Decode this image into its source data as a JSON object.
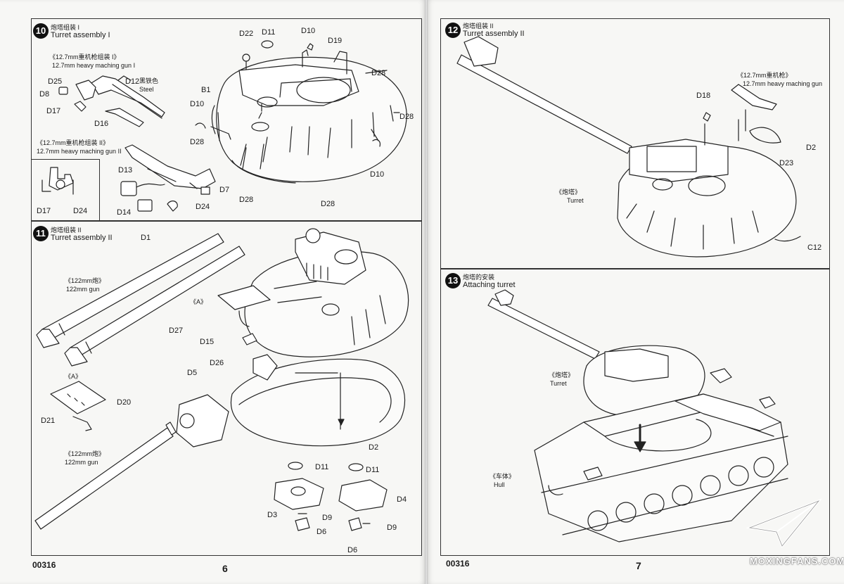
{
  "pages": {
    "left": {
      "code": "00316",
      "number": "6"
    },
    "right": {
      "code": "00316",
      "number": "7"
    }
  },
  "steps": {
    "s10": {
      "num": "10",
      "cn": "炮塔组装 I",
      "en": "Turret assembly I"
    },
    "s11": {
      "num": "11",
      "cn": "炮塔组装 II",
      "en": "Turret assembly II"
    },
    "s12": {
      "num": "12",
      "cn": "炮塔组装 II",
      "en": "Turret assembly II"
    },
    "s13": {
      "num": "13",
      "cn": "炮塔的安装",
      "en": "Attaching turret"
    }
  },
  "notes": {
    "hmg1_cn": "《12.7mm重机枪组装 I》",
    "hmg1_en": "12.7mm heavy maching gun I",
    "hmg2_cn": "《12.7mm重机枪组装 II》",
    "hmg2_en": "12.7mm heavy maching gun II",
    "steel_cn": "黑铁色",
    "steel_en": "Steel",
    "gun_cn": "《122mm炮》",
    "gun_en": "122mm gun",
    "gun2_cn": "《122mm炮》",
    "gun2_en": "122mm gun",
    "a3": "《A》",
    "a4": "《A》",
    "hmg3_cn": "《12.7mm重机枪》",
    "hmg3_en": "12.7mm heavy maching gun",
    "turret_cn": "《炮塔》",
    "turret_en": "Turret",
    "turret2_cn": "《炮塔》",
    "turret2_en": "Turret",
    "hull_cn": "《车体》",
    "hull_en": "Hull"
  },
  "parts": {
    "d22": "D22",
    "d11a": "D11",
    "d10a": "D10",
    "d19": "D19",
    "d28a": "D28",
    "b1": "B1",
    "d10b": "D10",
    "d28b": "D28",
    "d28c": "D28",
    "d10c": "D10",
    "d28d": "D28",
    "d28e": "D28",
    "d25": "D25",
    "d8": "D8",
    "d12": "D12",
    "d17a": "D17",
    "d16": "D16",
    "d13": "D13",
    "d7": "D7",
    "d14": "D14",
    "d24a": "D24",
    "d17b": "D17",
    "d24b": "D24",
    "d1": "D1",
    "d27": "D27",
    "d15": "D15",
    "d26": "D26",
    "d5": "D5",
    "d20": "D20",
    "d21": "D21",
    "d2a": "D2",
    "d11b": "D11",
    "d11c": "D11",
    "d4": "D4",
    "d3": "D3",
    "d9a": "D9",
    "d9b": "D9",
    "d6a": "D6",
    "d6b": "D6",
    "d18": "D18",
    "d2b": "D2",
    "d23": "D23",
    "c12": "C12"
  },
  "watermark": "MOXINGFANS.COM"
}
